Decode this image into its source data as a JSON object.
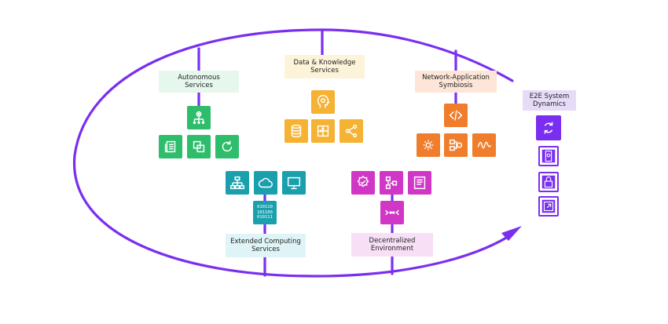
{
  "labels": {
    "autonomous": [
      "Autonomous",
      "Services"
    ],
    "data_knowledge": [
      "Data & Knowledge",
      "Services"
    ],
    "network_app": [
      "Network-Application",
      "Symbiosis"
    ],
    "e2e": [
      "E2E System",
      "Dynamics"
    ],
    "extended": [
      "Extended Computing",
      "Services"
    ],
    "decentralized": [
      "Decentralized",
      "Environment"
    ]
  },
  "binary_text": [
    "010110",
    "101100",
    "010111"
  ],
  "colors": {
    "loop": "#7a2ff0",
    "autonomous": "#2ebd6b",
    "autonomous_label_bg": "#e6f7ee",
    "data": "#f5b233",
    "data_label_bg": "#fdf3d9",
    "network": "#f07d2c",
    "network_label_bg": "#fde6d8",
    "extended": "#1aa0ad",
    "extended_label_bg": "#dff4f6",
    "decentralized": "#d137c7",
    "decentralized_label_bg": "#f7dff5",
    "e2e": "#7a2ff0",
    "e2e_label_bg": "#e6dcf8"
  },
  "icons": {
    "autonomous": [
      "gear-network-icon",
      "document-list-icon",
      "copy-icon",
      "refresh-icon"
    ],
    "data": [
      "brain-gear-icon",
      "database-icon",
      "puzzle-icon",
      "share-icon"
    ],
    "network": [
      "code-icon",
      "gear-cycle-icon",
      "workflow-icon",
      "wave-icon"
    ],
    "extended": [
      "hierarchy-icon",
      "cloud-icon",
      "monitor-icon",
      "binary-icon"
    ],
    "decentralized": [
      "badge-check-icon",
      "flow-icon",
      "checklist-icon",
      "chain-icon"
    ],
    "e2e": [
      "cycle-icon",
      "mobile-icon",
      "lock-icon",
      "expand-icon"
    ]
  }
}
